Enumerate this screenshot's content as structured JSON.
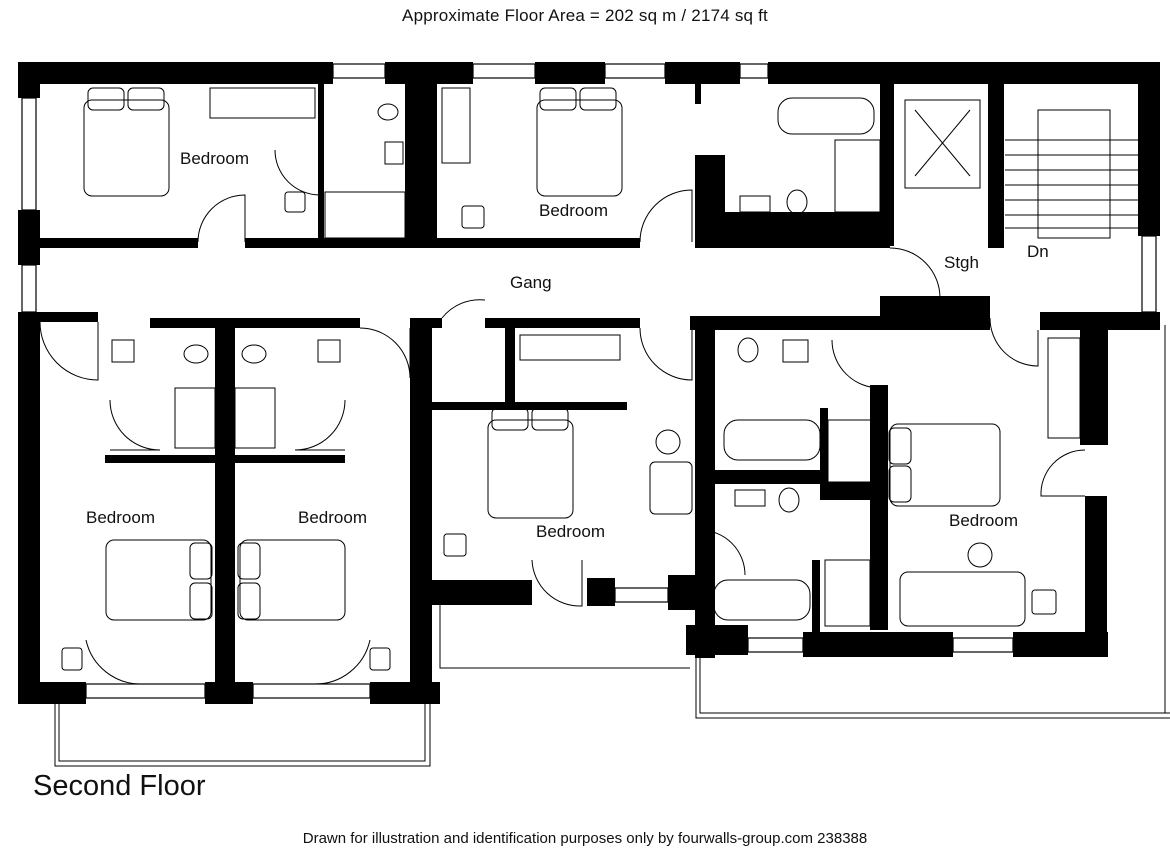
{
  "header": {
    "title": "Approximate Floor Area = 202 sq m / 2174 sq ft"
  },
  "floor": {
    "name": "Second Floor"
  },
  "rooms": [
    {
      "key": "bedroom-1",
      "label": "Bedroom"
    },
    {
      "key": "bedroom-2",
      "label": "Bedroom"
    },
    {
      "key": "bedroom-3",
      "label": "Bedroom"
    },
    {
      "key": "bedroom-4",
      "label": "Bedroom"
    },
    {
      "key": "bedroom-5",
      "label": "Bedroom"
    },
    {
      "key": "bedroom-6",
      "label": "Bedroom"
    },
    {
      "key": "hallway",
      "label": "Gang"
    },
    {
      "key": "storage",
      "label": "Stgh"
    },
    {
      "key": "stairs-down",
      "label": "Dn"
    }
  ],
  "footer": {
    "credit": "Drawn for illustration and identification purposes only by fourwalls-group.com 238388"
  }
}
